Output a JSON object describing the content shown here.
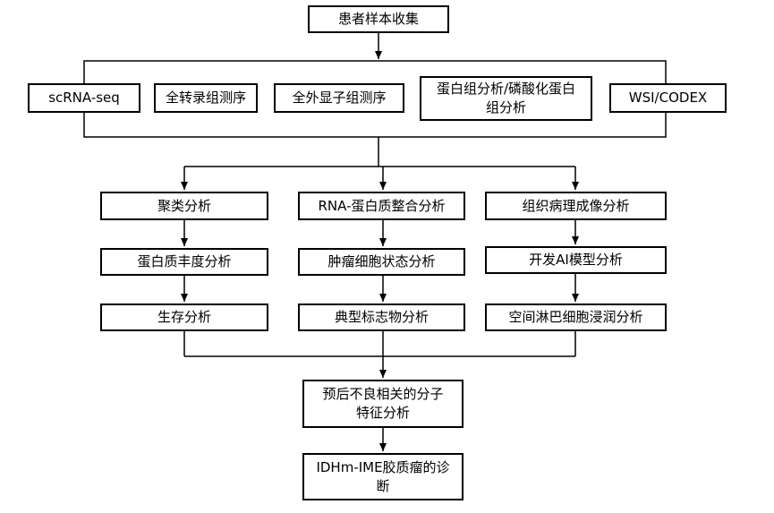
{
  "nodes": {
    "collect": "患者样本收集",
    "scrna": "scRNA-seq",
    "transcriptome": "全转录组测序",
    "exome": "全外显子组测序",
    "proteome": "蛋白组分析/磷酸化蛋白组分析",
    "wsi": "WSI/CODEX",
    "cluster": "聚类分析",
    "protein_abundance": "蛋白质丰度分析",
    "survival": "生存分析",
    "rna_protein": "RNA-蛋白质整合分析",
    "tumor_state": "肿瘤细胞状态分析",
    "marker": "典型标志物分析",
    "histo": "组织病理成像分析",
    "ai_model": "开发AI模型分析",
    "lymph": "空间淋巴细胞浸润分析",
    "prognosis": "预后不良相关的分子特征分析",
    "diagnosis": "IDHm-IME胶质瘤的诊断"
  }
}
